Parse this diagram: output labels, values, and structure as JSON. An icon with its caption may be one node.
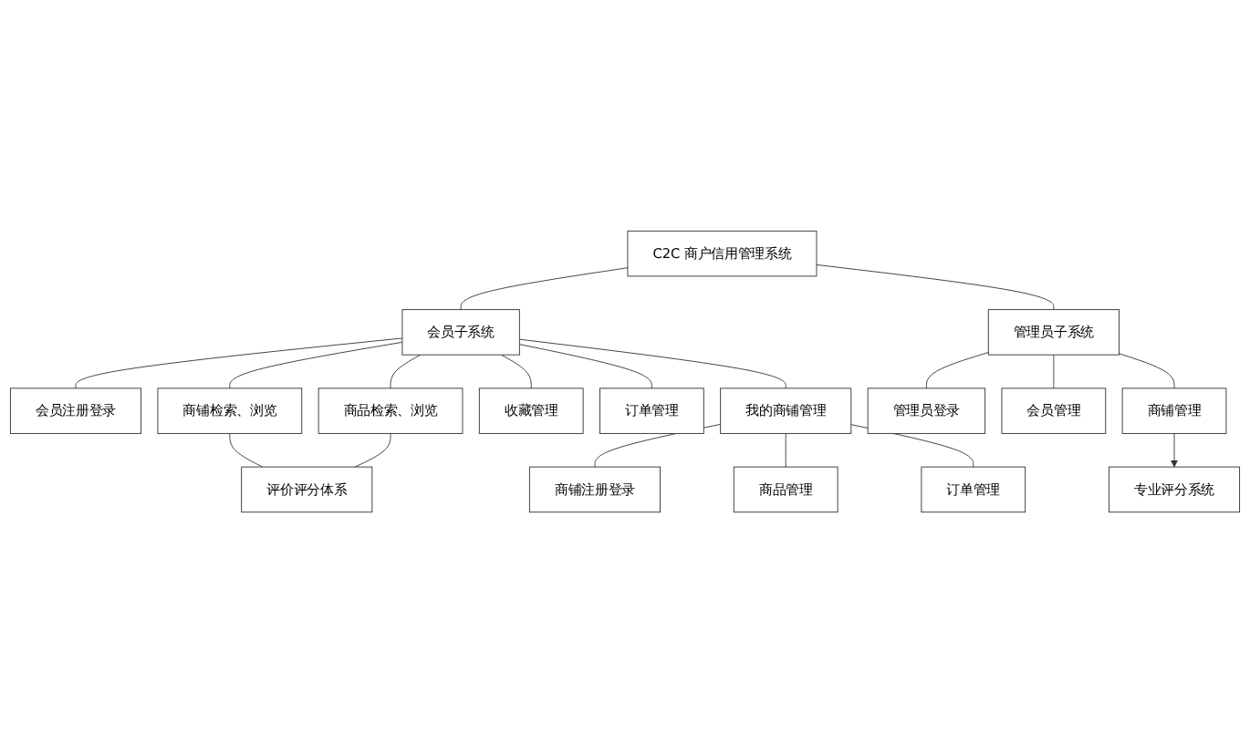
{
  "diagram": {
    "nodes": [
      {
        "text": [
          "C2C 商户信用管理系统"
        ]
      },
      {
        "text": [
          "会员子系统"
        ]
      },
      {
        "text": [
          "管理员子系统"
        ]
      },
      {
        "text": [
          "会员注册登录"
        ]
      },
      {
        "text": [
          "商铺检索、浏览"
        ]
      },
      {
        "text": [
          "商品检索、浏览"
        ]
      },
      {
        "text": [
          "收藏管理"
        ]
      },
      {
        "text": [
          "订单管理"
        ]
      },
      {
        "text": [
          "我的商铺管理"
        ]
      },
      {
        "text": [
          "评价评分体系"
        ]
      },
      {
        "text": [
          "商铺注册登录"
        ]
      },
      {
        "text": [
          "商品管理"
        ]
      },
      {
        "text": [
          "订单管理"
        ]
      },
      {
        "text": [
          "管理员登录"
        ]
      },
      {
        "text": [
          "会员管理"
        ]
      },
      {
        "text": [
          "商铺管理"
        ]
      },
      {
        "text": [
          "专业评分系统"
        ]
      }
    ],
    "edges": [
      {
        "from": 0,
        "to": 1,
        "arrow": "none"
      },
      {
        "from": 0,
        "to": 2,
        "arrow": "none"
      },
      {
        "from": 1,
        "to": 3,
        "arrow": "none"
      },
      {
        "from": 1,
        "to": 4,
        "arrow": "none"
      },
      {
        "from": 1,
        "to": 5,
        "arrow": "none"
      },
      {
        "from": 1,
        "to": 6,
        "arrow": "none"
      },
      {
        "from": 1,
        "to": 7,
        "arrow": "none"
      },
      {
        "from": 1,
        "to": 8,
        "arrow": "none"
      },
      {
        "from": 4,
        "to": 9,
        "arrow": "none"
      },
      {
        "from": 5,
        "to": 9,
        "arrow": "none"
      },
      {
        "from": 8,
        "to": 10,
        "arrow": "none"
      },
      {
        "from": 8,
        "to": 11,
        "arrow": "none"
      },
      {
        "from": 8,
        "to": 12,
        "arrow": "none"
      },
      {
        "from": 2,
        "to": 13,
        "arrow": "none"
      },
      {
        "from": 2,
        "to": 14,
        "arrow": "none"
      },
      {
        "from": 2,
        "to": 15,
        "arrow": "none"
      },
      {
        "from": 15,
        "to": 16,
        "arrow": "to"
      }
    ]
  }
}
